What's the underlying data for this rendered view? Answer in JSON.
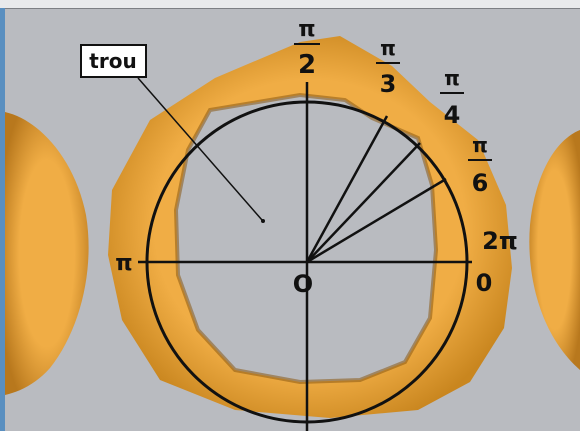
{
  "labels": {
    "hole": "trou",
    "origin": "O",
    "pi": "π",
    "pi_over_2_num": "π",
    "pi_over_2_den": "2",
    "pi_over_3_num": "π",
    "pi_over_3_den": "3",
    "pi_over_4_num": "π",
    "pi_over_4_den": "4",
    "pi_over_6_num": "π",
    "pi_over_6_den": "6",
    "zero": "0",
    "two_pi": "2π"
  },
  "colors": {
    "ring": "#e7a23a",
    "ring_dark": "#b8781d",
    "background": "#b9bbc0",
    "lines": "#111111"
  }
}
